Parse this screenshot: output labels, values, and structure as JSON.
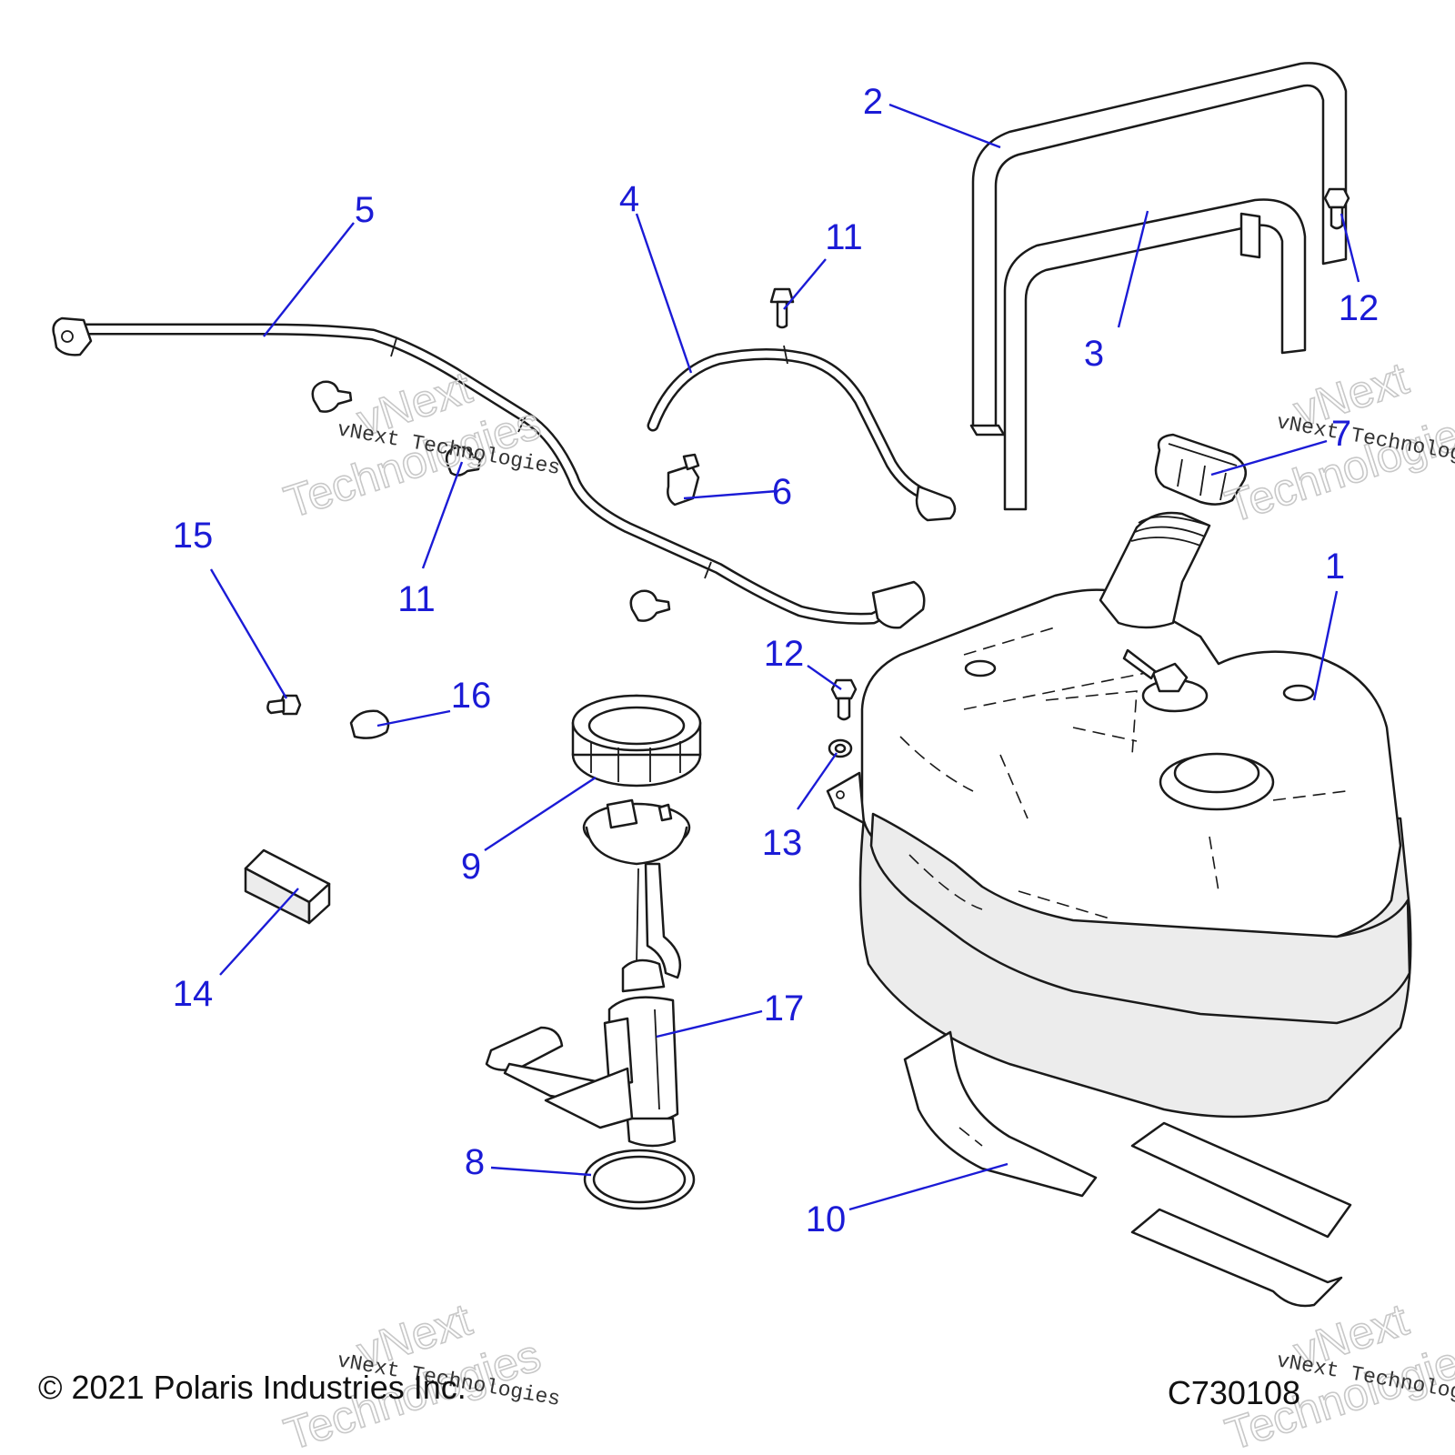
{
  "callouts": [
    {
      "id": "1",
      "label": "1"
    },
    {
      "id": "2",
      "label": "2"
    },
    {
      "id": "3",
      "label": "3"
    },
    {
      "id": "4",
      "label": "4"
    },
    {
      "id": "5",
      "label": "5"
    },
    {
      "id": "6",
      "label": "6"
    },
    {
      "id": "7",
      "label": "7"
    },
    {
      "id": "8",
      "label": "8"
    },
    {
      "id": "9",
      "label": "9"
    },
    {
      "id": "10",
      "label": "10"
    },
    {
      "id": "11a",
      "label": "11"
    },
    {
      "id": "11b",
      "label": "11"
    },
    {
      "id": "12a",
      "label": "12"
    },
    {
      "id": "12b",
      "label": "12"
    },
    {
      "id": "13",
      "label": "13"
    },
    {
      "id": "14",
      "label": "14"
    },
    {
      "id": "15",
      "label": "15"
    },
    {
      "id": "16",
      "label": "16"
    },
    {
      "id": "17",
      "label": "17"
    }
  ],
  "footer": {
    "copyright": "© 2021 Polaris Industries Inc.",
    "figure_code": "C730108"
  },
  "watermark": {
    "brand": "vNext",
    "word": "Technologies",
    "full": "vNext Technologies"
  },
  "colors": {
    "callout": "#1b1bd6",
    "line_art": "#1a1a1a",
    "watermark": "#c8c8c8"
  }
}
